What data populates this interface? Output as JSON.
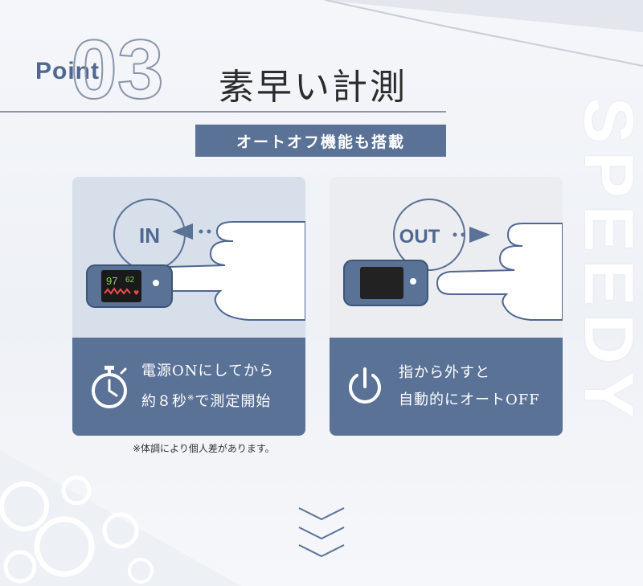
{
  "header": {
    "point_label": "Point",
    "point_number": "03",
    "title": "素早い計測",
    "subtitle": "オートオフ機能も搭載",
    "vertical_text": "SPEEDY"
  },
  "panels": {
    "left": {
      "circle_label": "IN",
      "display_value_1": "97",
      "display_value_2": "62",
      "line1": "電源ONにしてから",
      "line2_a": "約８秒",
      "line2_mark": "※",
      "line2_b": "で測定開始",
      "icon": "stopwatch-icon"
    },
    "right": {
      "circle_label": "OUT",
      "line1": "指から外すと",
      "line2": "自動的にオートOFF",
      "icon": "power-icon"
    }
  },
  "footnote": "※体調により個人差があります。",
  "colors": {
    "accent": "#5a7296",
    "title_text": "#2c2c2c",
    "point_blue": "#4f6791",
    "display_green": "#86d35a",
    "display_red": "#ef4b4b"
  }
}
